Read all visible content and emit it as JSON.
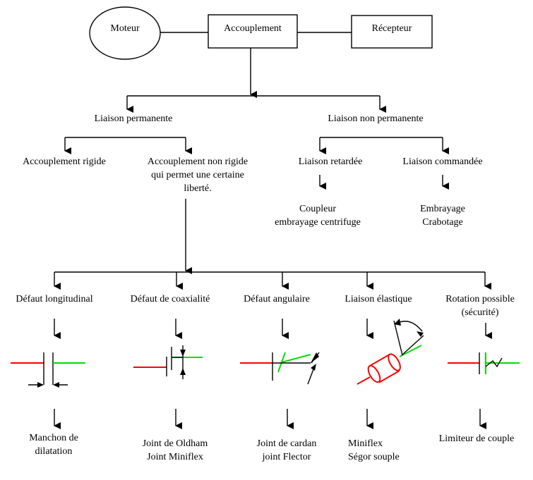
{
  "nodes": {
    "moteur": "Moteur",
    "accouplement": "Accouplement",
    "recepteur": "Récepteur",
    "liaison_permanente": "Liaison permanente",
    "liaison_non_permanente": "Liaison  non permanente",
    "accouplement_rigide": "Accouplement rigide",
    "accouplement_non_rigide": [
      "Accouplement non rigide",
      "qui permet une certaine",
      "liberté."
    ],
    "liaison_retardee": "Liaison retardée",
    "liaison_commandee": "Liaison commandée",
    "coupleur": [
      "Coupleur",
      "embrayage centrifuge"
    ],
    "embrayage": [
      "Embrayage",
      "Crabotage"
    ]
  },
  "defects": [
    {
      "label": [
        "Défaut longitudinal"
      ],
      "result": [
        "Manchon de",
        "dilatation"
      ]
    },
    {
      "label": [
        "Défaut de coaxialité"
      ],
      "result": [
        "Joint de Oldham",
        "Joint Miniflex"
      ]
    },
    {
      "label": [
        "Défaut angulaire"
      ],
      "result": [
        "Joint de cardan",
        "joint Flector"
      ]
    },
    {
      "label": [
        "Liaison élastique"
      ],
      "result": [
        "Miniflex",
        "Ségor souple"
      ]
    },
    {
      "label": [
        "Rotation possible",
        "(sécurité)"
      ],
      "result": [
        "Limiteur de couple"
      ]
    }
  ],
  "colors": {
    "shaft_a": "#ff0000",
    "shaft_b": "#00dd00",
    "line": "#000000"
  }
}
